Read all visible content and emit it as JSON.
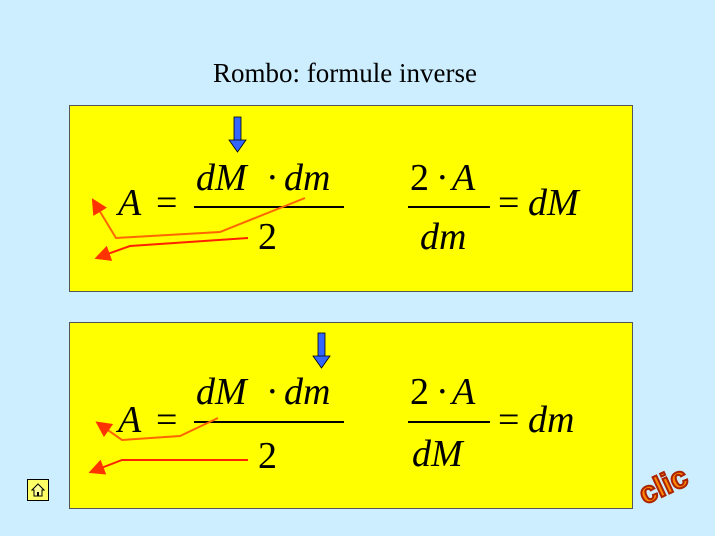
{
  "title": "Rombo: formule inverse",
  "panels": [
    {
      "left": {
        "lhs": "A",
        "eq": "=",
        "num_a": "dM",
        "dot": "·",
        "num_b": "dm",
        "den": "2"
      },
      "right": {
        "num_coef": "2",
        "dot": "·",
        "num_var": "A",
        "den": "dm",
        "eq": "=",
        "result": "dM"
      }
    },
    {
      "left": {
        "lhs": "A",
        "eq": "=",
        "num_a": "dM",
        "dot": "·",
        "num_b": "dm",
        "den": "2"
      },
      "right": {
        "num_coef": "2",
        "dot": "·",
        "num_var": "A",
        "den": "dM",
        "eq": "=",
        "result": "dm"
      }
    }
  ],
  "clic_label": "clic",
  "colors": {
    "background": "#cceeff",
    "panel": "#ffff00",
    "arrow_blue": "#3366ff",
    "arrow_red": "#ff3300"
  },
  "icons": {
    "home": "home-icon",
    "down_arrow": "down-arrow-icon"
  }
}
